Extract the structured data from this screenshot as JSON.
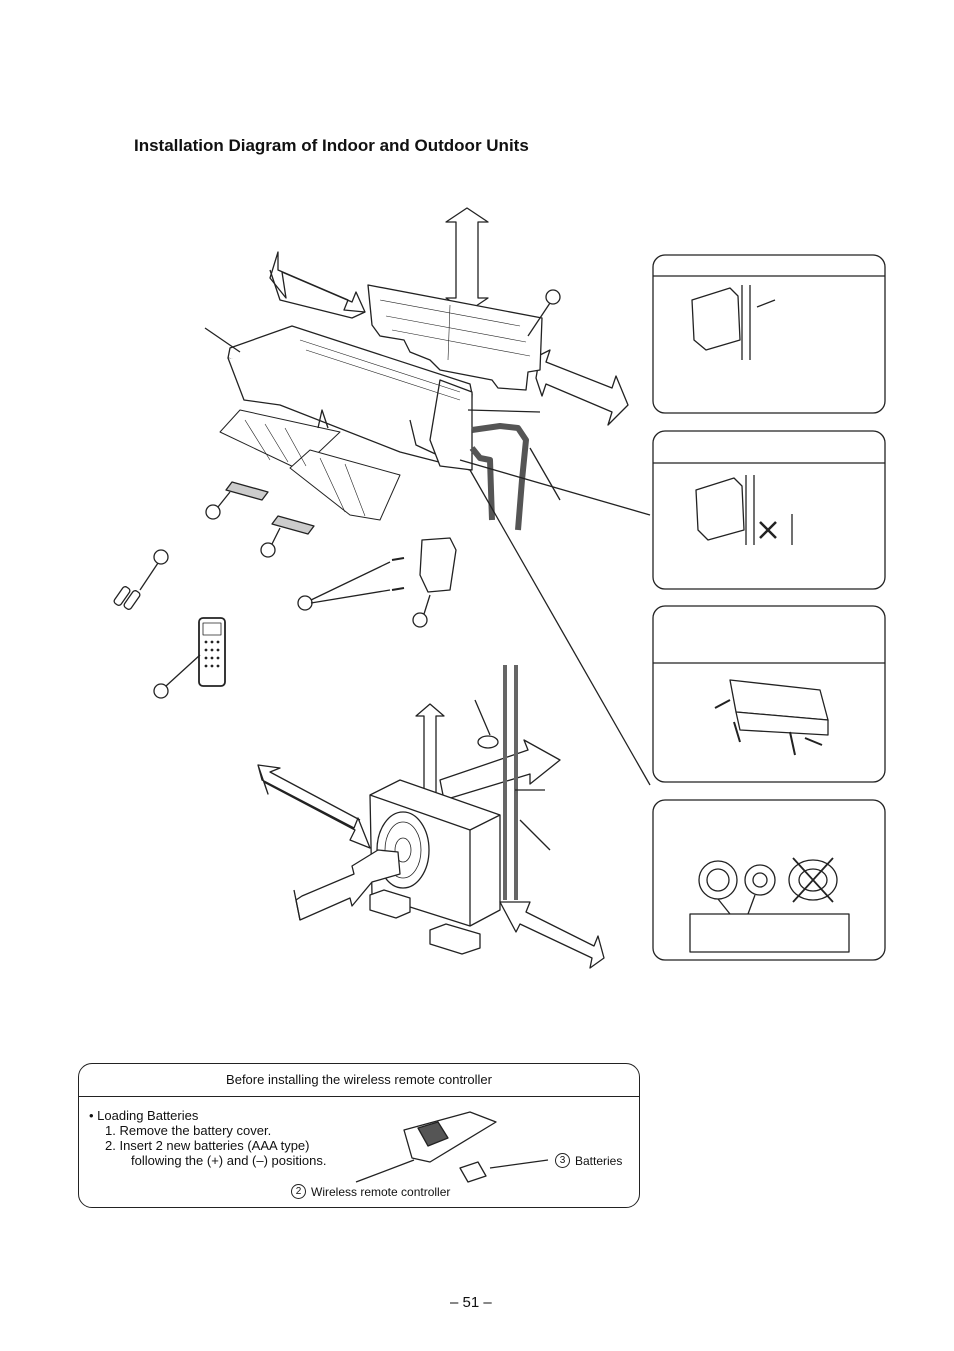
{
  "page": {
    "title": "Installation Diagram of Indoor and Outdoor Units",
    "page_number": "– 51 –"
  },
  "battery_note": {
    "header": "Before installing the wireless remote controller",
    "bullet": "•  Loading Batteries",
    "step1": "1. Remove the battery cover.",
    "step2": "2. Insert 2 new batteries (AAA type)",
    "step2_cont": "following the (+) and (–) positions.",
    "callout_remote_num": "2",
    "callout_remote_label": "Wireless remote controller",
    "callout_batteries_num": "3",
    "callout_batteries_label": "Batteries"
  },
  "diagram": {
    "icons": [
      "indoor-unit-icon",
      "mounting-plate-icon",
      "air-filter-icon",
      "remote-controller-icon",
      "outdoor-unit-icon",
      "batteries-icon",
      "remote-holder-icon",
      "screws-icon"
    ],
    "line_color": "#222222"
  }
}
